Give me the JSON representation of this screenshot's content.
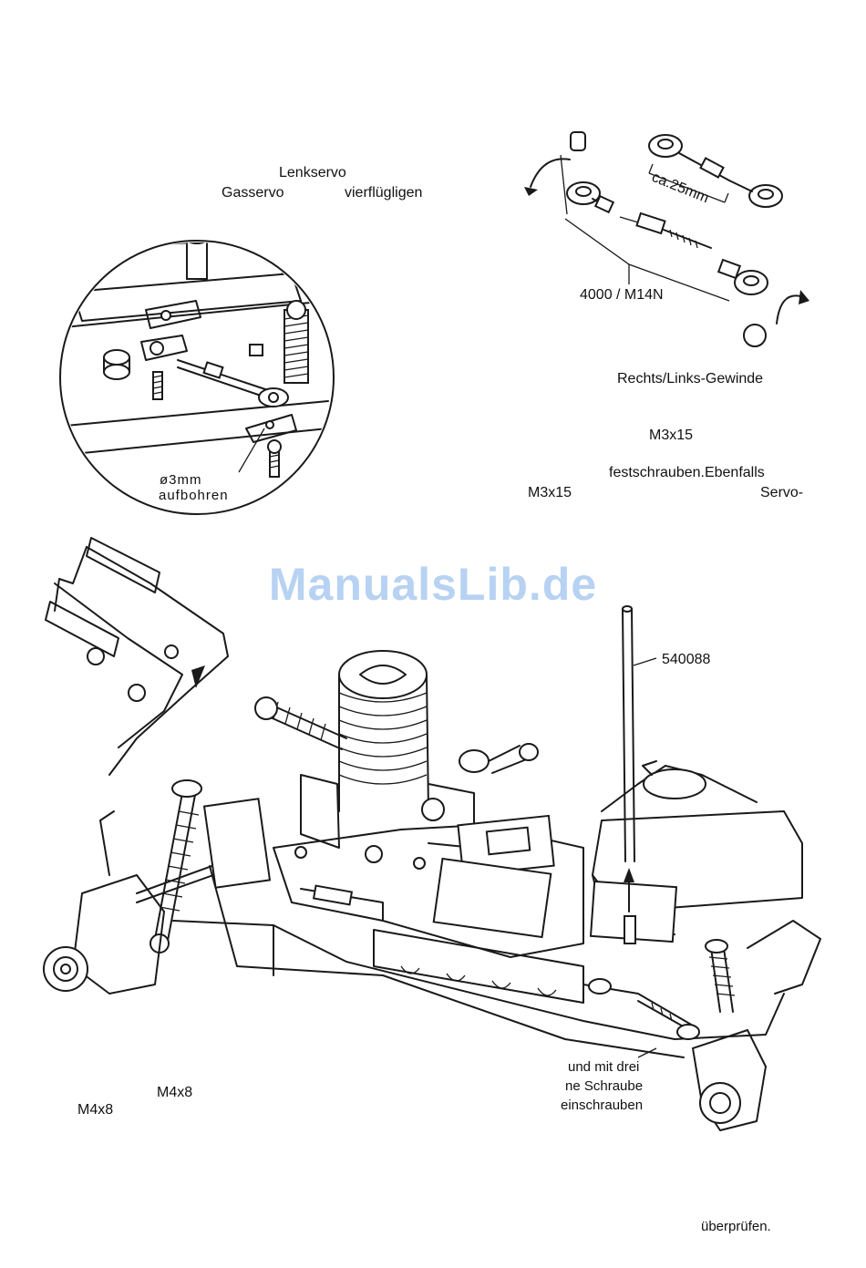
{
  "labels": {
    "lenkservo": "Lenkservo",
    "gasservo": "Gasservo",
    "vierfluegligen": "vierflügligen",
    "part_4000_m14n": "4000 / M14N",
    "ca_25mm": "ca.25mm",
    "rechts_links_gewinde": "Rechts/Links-Gewinde",
    "m3x15_a": "M3x15",
    "festschrauben": "festschrauben.Ebenfalls",
    "m3x15_b": "M3x15",
    "servo": "Servo-",
    "drill_size": "ø3mm",
    "drill_text": "aufbohren",
    "part_540088": "540088",
    "und_mit_drei": "und mit drei",
    "ne_schraube": "ne Schraube",
    "einschrauben": "einschrauben",
    "m4x8_a": "M4x8",
    "m4x8_b": "M4x8",
    "ueberpruefen": "überprüfen."
  },
  "watermark": "ManualsLib.de"
}
